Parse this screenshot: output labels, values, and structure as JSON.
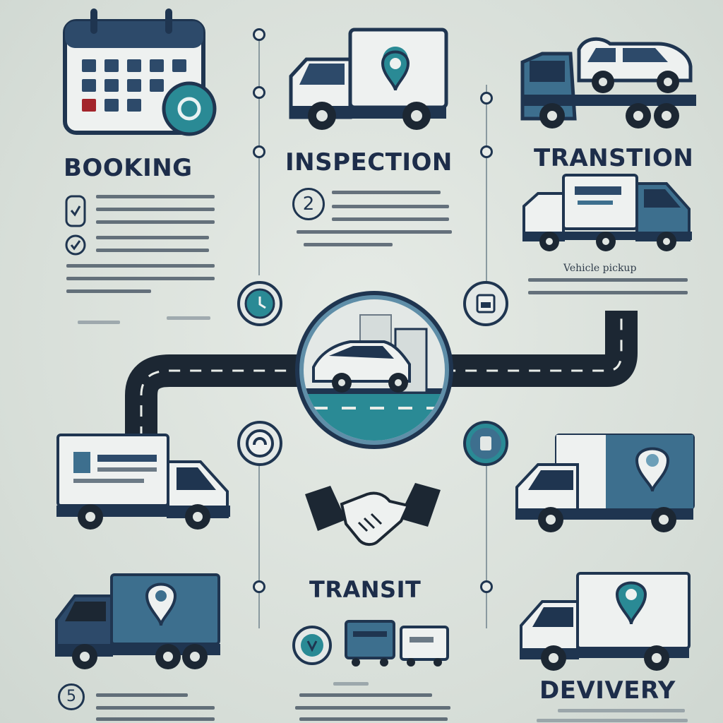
{
  "steps": {
    "booking": {
      "title": "BOOKING"
    },
    "inspection": {
      "title": "INSPECTION",
      "number": "2"
    },
    "transtion": {
      "title": "TRANSTION",
      "caption": "Vehicle pickup"
    },
    "transit": {
      "title": "TRANSIT"
    },
    "delivery": {
      "title": "DEVIVERY"
    },
    "step5": {
      "number": "5"
    }
  },
  "colors": {
    "navy": "#1f3550",
    "teal": "#2a8a95",
    "steel_blue": "#3d6f8e",
    "road": "#1c2733",
    "background": "#dde3dd"
  },
  "icons": [
    "calendar-icon",
    "clock-icon",
    "check-icon",
    "location-pin-icon",
    "handshake-icon",
    "truck-icon",
    "car-icon"
  ]
}
